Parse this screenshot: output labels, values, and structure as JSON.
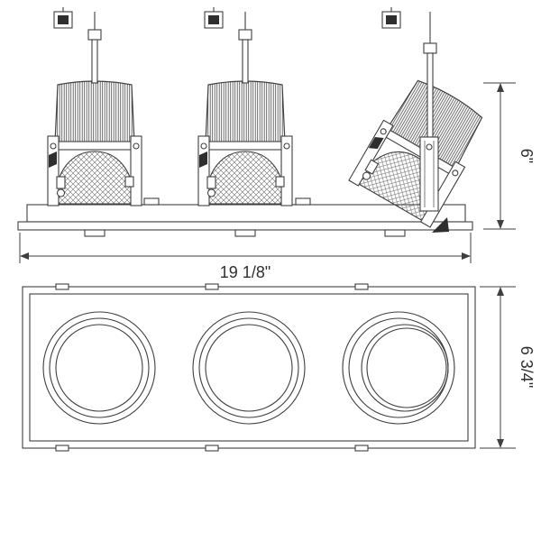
{
  "labels": {
    "side_height": "6\"",
    "overall_width": "19 1/8\"",
    "face_height": "6 3/4\""
  },
  "colors": {
    "line": "#3f3f3f",
    "background": "#ffffff",
    "dark_fill": "#2e2e2e"
  }
}
